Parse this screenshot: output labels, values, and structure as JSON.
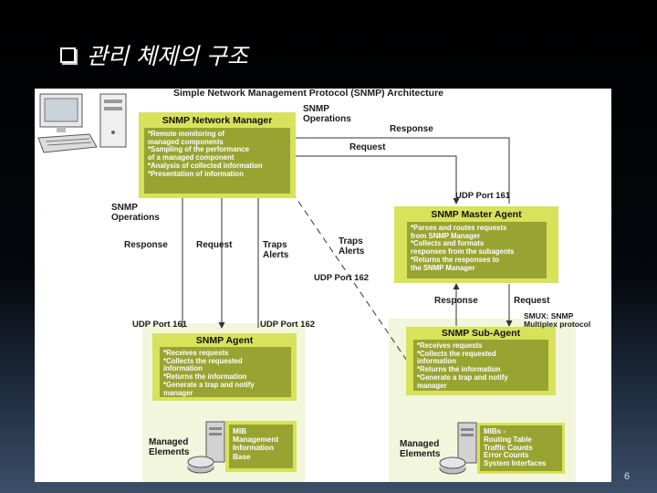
{
  "slide": {
    "title": "관리 체제의 구조",
    "page_number": "6"
  },
  "diagram": {
    "title": "Simple Network Management Protocol (SNMP) Architecture",
    "manager": {
      "title": "SNMP Network Manager",
      "items": [
        "*Remote monitoring of",
        "managed components",
        "*Sampling of the performance",
        "of a managed component",
        "*Analysis of collected information",
        "*Presentation of information"
      ]
    },
    "master": {
      "title": "SNMP Master Agent",
      "items": [
        "*Parses and routes requests",
        "from SNMP Manager",
        "*Collects and formats",
        "responses from the subagents",
        "*Returns the responses to",
        "the SNMP Manager"
      ]
    },
    "agent": {
      "title": "SNMP Agent",
      "items": [
        "*Receives requests",
        "*Collects the requested",
        "information",
        "*Returns the information",
        "*Generate a trap and notify",
        "manager"
      ]
    },
    "subagent": {
      "title": "SNMP Sub-Agent",
      "items": [
        "*Receives requests",
        "*Collects the requested",
        "information",
        "*Returns the information",
        "*Generate a trap and notify",
        "manager"
      ]
    },
    "mib_left": [
      "MIB",
      "Management",
      "Information",
      "Base"
    ],
    "mib_right": [
      "MIBs -",
      "Routing Table",
      "Traffic Counts",
      "Error Counts",
      "System Interfaces"
    ],
    "labels": {
      "snmp_operations_top": [
        "SNMP",
        "Operations"
      ],
      "response_top": "Response",
      "request_top": "Request",
      "udp_161_right": "UDP Port 161",
      "snmp_operations_left": [
        "SNMP",
        "Operations"
      ],
      "response_left": "Response",
      "request_left": "Request",
      "traps_alerts_left": [
        "Traps",
        "Alerts"
      ],
      "traps_alerts_mid": [
        "Traps",
        "Alerts"
      ],
      "udp_162_mid": "UDP Port 162",
      "response_right": "Response",
      "request_right": "Request",
      "smux": [
        "SMUX: SNMP",
        "Multiplex protocol"
      ],
      "udp_161_bottom": "UDP Port 161",
      "udp_162_bottom": "UDP Port 162",
      "managed_elements_left": [
        "Managed",
        "Elements"
      ],
      "managed_elements_right": [
        "Managed",
        "Elements"
      ]
    }
  }
}
